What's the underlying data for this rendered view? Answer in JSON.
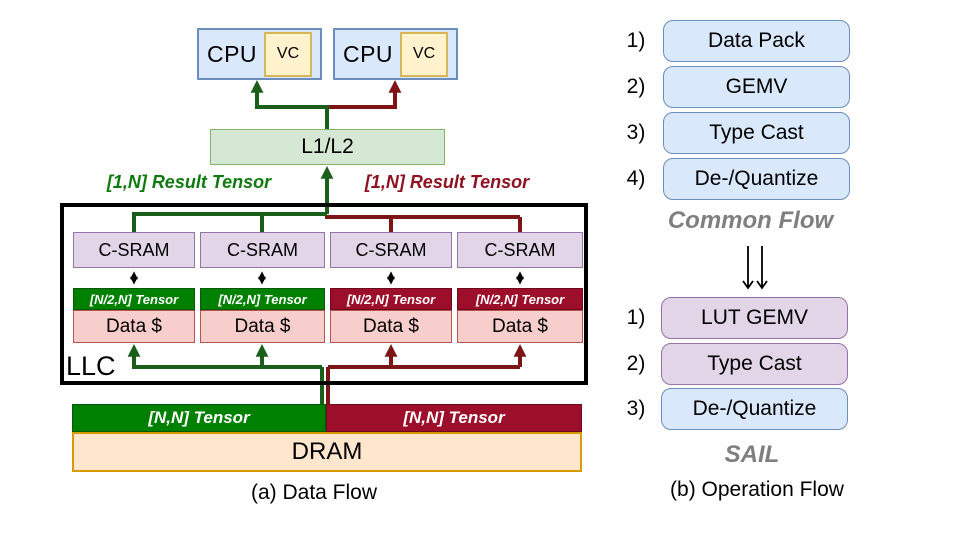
{
  "figure": {
    "caption_a": "(a) Data Flow",
    "caption_b": "(b) Operation Flow"
  },
  "cpus": [
    {
      "label": "CPU",
      "vc": "VC"
    },
    {
      "label": "CPU",
      "vc": "VC"
    }
  ],
  "l1l2": {
    "label": "L1/L2"
  },
  "result_labels": {
    "left": "[1,N] Result Tensor",
    "right": "[1,N] Result Tensor"
  },
  "llc": {
    "label": "LLC",
    "columns": [
      {
        "csram": "C-SRAM",
        "tensor": "[N/2,N] Tensor",
        "cache": "Data $",
        "flow_color": "green"
      },
      {
        "csram": "C-SRAM",
        "tensor": "[N/2,N] Tensor",
        "cache": "Data $",
        "flow_color": "green"
      },
      {
        "csram": "C-SRAM",
        "tensor": "[N/2,N] Tensor",
        "cache": "Data $",
        "flow_color": "red"
      },
      {
        "csram": "C-SRAM",
        "tensor": "[N/2,N] Tensor",
        "cache": "Data $",
        "flow_color": "red"
      }
    ]
  },
  "dram": {
    "label": "DRAM",
    "tensors": [
      {
        "label": "[N,N] Tensor",
        "color": "green"
      },
      {
        "label": "[N,N] Tensor",
        "color": "red"
      }
    ]
  },
  "common_flow": {
    "title": "Common Flow",
    "steps": [
      {
        "num": "1)",
        "label": "Data Pack"
      },
      {
        "num": "2)",
        "label": "GEMV"
      },
      {
        "num": "3)",
        "label": "Type Cast"
      },
      {
        "num": "4)",
        "label": "De-/Quantize"
      }
    ]
  },
  "sail_flow": {
    "title": "SAIL",
    "steps": [
      {
        "num": "1)",
        "label": "LUT GEMV"
      },
      {
        "num": "2)",
        "label": "Type Cast"
      },
      {
        "num": "3)",
        "label": "De-/Quantize"
      }
    ]
  },
  "icons": {
    "between_flows": "double-down-arrow",
    "csram_cache_link": "up-down-arrow"
  },
  "colors": {
    "green_flow_line": "#1b5e1b",
    "red_flow_line": "#7d1416",
    "green_tensor_fill": "#008000",
    "red_tensor_fill": "#9c0e29",
    "cpu_fill": "#dae8fc",
    "cpu_stroke": "#6c8ebf",
    "vc_fill": "#fff2cc",
    "vc_stroke": "#d6b656",
    "l1l2_fill": "#d5e8d4",
    "l1l2_stroke": "#82b366",
    "csram_fill": "#e1d5e7",
    "csram_stroke": "#9673a6",
    "data_cache_fill": "#f8cecc",
    "data_cache_stroke": "#b85450",
    "dram_fill": "#ffe6cc",
    "dram_stroke": "#d79b00",
    "muted_text": "#7f7f7f"
  }
}
